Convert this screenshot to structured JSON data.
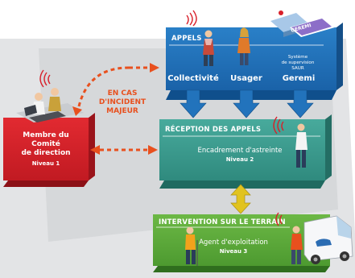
{
  "colors": {
    "calls": "#1f6fb8",
    "reception": "#3a9a8e",
    "field": "#5aa63a",
    "committee": "#d8202a",
    "accent": "#e8501e",
    "connector": "#e1c31f"
  },
  "calls": {
    "title": "APPELS",
    "actors": [
      "Collectivité",
      "Usager",
      "Geremi"
    ],
    "system_caption": [
      "Système",
      "de supervision",
      "SAUR"
    ],
    "screen_label": "GEREMI"
  },
  "incident": {
    "lines": [
      "EN CAS",
      "D'INCIDENT",
      "MAJEUR"
    ]
  },
  "committee": {
    "lines": [
      "Membre du",
      "Comité",
      "de direction"
    ],
    "level": "Niveau 1"
  },
  "reception": {
    "title": "RÉCEPTION DES APPELS",
    "role": "Encadrement d'astreinte",
    "level": "Niveau 2"
  },
  "field": {
    "title": "INTERVENTION SUR LE TERRAIN",
    "role": "Agent d'exploitation",
    "level": "Niveau 3"
  }
}
